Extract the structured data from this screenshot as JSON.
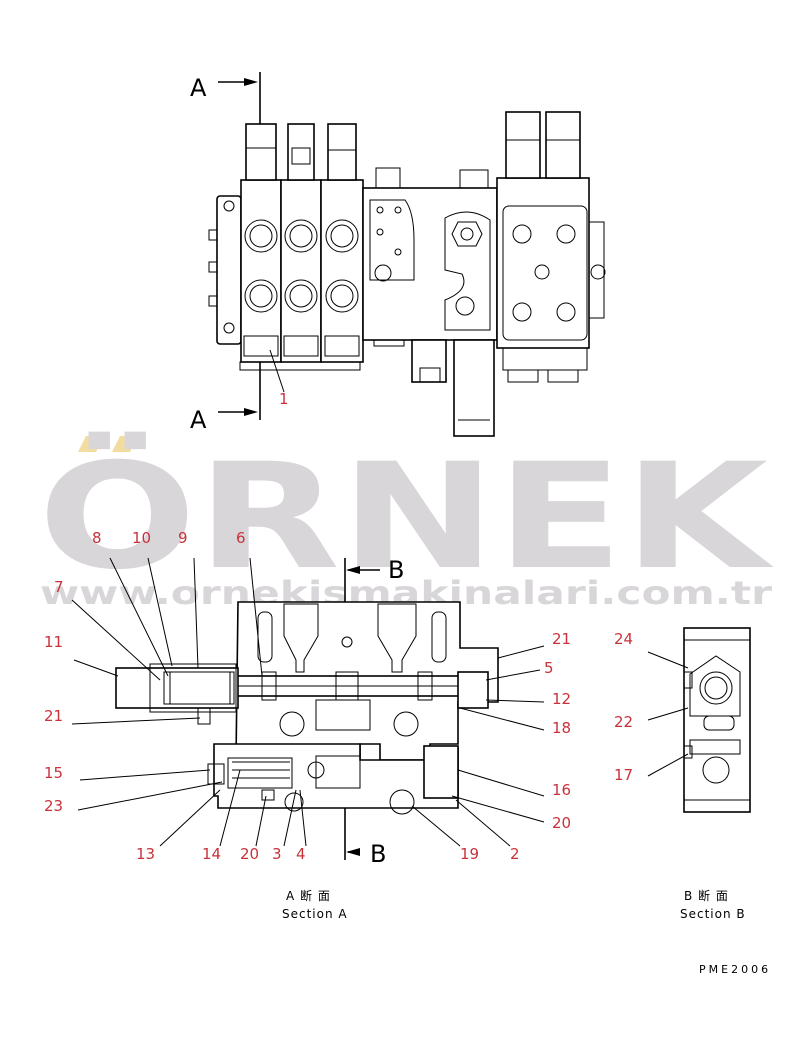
{
  "section_markers": {
    "a_top": "A",
    "a_bottom": "A",
    "b_top": "B",
    "b_bottom": "B"
  },
  "top_view_callouts": [
    "1"
  ],
  "section_a_callouts": {
    "left": [
      "8",
      "10",
      "9",
      "6",
      "7",
      "11",
      "21",
      "15",
      "23"
    ],
    "right": [
      "21",
      "5",
      "12",
      "18",
      "16",
      "20"
    ],
    "bottom": [
      "13",
      "14",
      "20",
      "3",
      "4",
      "19",
      "2"
    ]
  },
  "section_b_callouts": [
    "24",
    "22",
    "17"
  ],
  "captions": {
    "section_a_jp": "A 断 面",
    "section_a_en": "Section A",
    "section_b_jp": "B 断 面",
    "section_b_en": "Section B"
  },
  "drawing_code": "PME2006",
  "watermark": {
    "brand": "ÖRNEK",
    "url": "www.ornekismakinalari.com.tr",
    "colors": {
      "text": "#d9d6da",
      "accent": "#f2dca0"
    }
  },
  "colors": {
    "callout": "#c8323a",
    "line": "#000000"
  }
}
